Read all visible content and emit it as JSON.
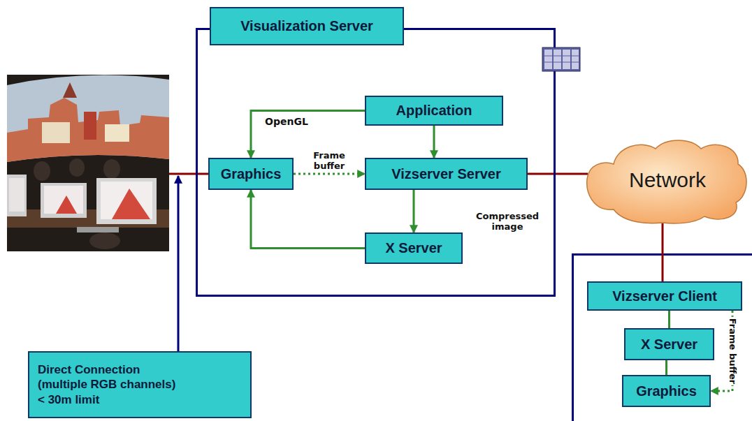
{
  "diagram": {
    "nodes": [
      {
        "text": [
          "Visualization Server"
        ]
      },
      {
        "text": [
          "Application"
        ],
        "in": 0
      },
      {
        "text": [
          "Graphics"
        ],
        "in": 0
      },
      {
        "text": [
          "Vizserver Server"
        ],
        "in": 0
      },
      {
        "text": [
          "X Server"
        ],
        "in": 0
      },
      {
        "text": [
          "Network"
        ]
      },
      {
        "text": [
          "Vizserver Client"
        ]
      },
      {
        "text": [
          "X Server"
        ]
      },
      {
        "text": [
          "Graphics"
        ]
      },
      {
        "text": [
          "Direct Connection (multiple RGB channels) < 30m limit"
        ]
      }
    ],
    "edges": [
      {
        "from": 1,
        "to": 2,
        "arrow": "to",
        "label": "OpenGL"
      },
      {
        "from": 1,
        "to": 3,
        "arrow": "to"
      },
      {
        "from": 2,
        "to": 3,
        "arrow": "to",
        "label": "Frame buffer"
      },
      {
        "from": 3,
        "to": 4,
        "arrow": "to"
      },
      {
        "from": 4,
        "to": 2,
        "arrow": "to"
      },
      {
        "from": 3,
        "to": 5,
        "arrow": "none"
      },
      {
        "from": 5,
        "to": 6,
        "arrow": "none"
      },
      {
        "from": 6,
        "to": 7,
        "arrow": "none"
      },
      {
        "from": 7,
        "to": 8,
        "arrow": "none"
      },
      {
        "from": 6,
        "to": 8,
        "arrow": "to",
        "label": "Frame buffer"
      }
    ],
    "labels": [
      "Compressed image"
    ]
  }
}
